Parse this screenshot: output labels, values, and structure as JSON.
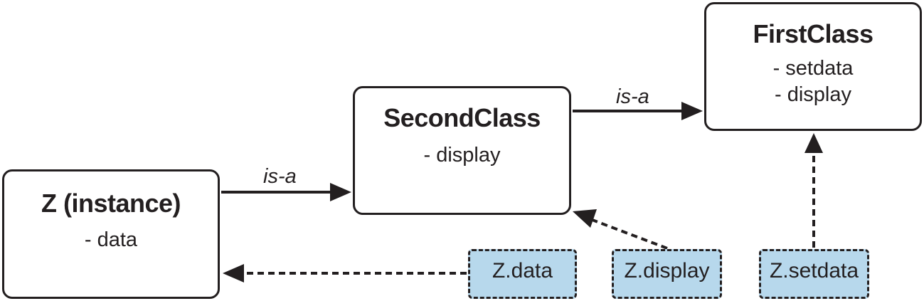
{
  "classes": {
    "instance": {
      "title": "Z (instance)",
      "attrs": [
        "- data"
      ]
    },
    "second": {
      "title": "SecondClass",
      "attrs": [
        "- display"
      ]
    },
    "first": {
      "title": "FirstClass",
      "attrs": [
        "- setdata",
        "- display"
      ]
    }
  },
  "edges": {
    "instance_to_second": "is-a",
    "second_to_first": "is-a"
  },
  "lookups": {
    "data": "Z.data",
    "display": "Z.display",
    "setdata": "Z.setdata"
  },
  "colors": {
    "ink": "#231f20",
    "lookup_fill": "#b7d8ec",
    "box_fill": "#ffffff"
  }
}
